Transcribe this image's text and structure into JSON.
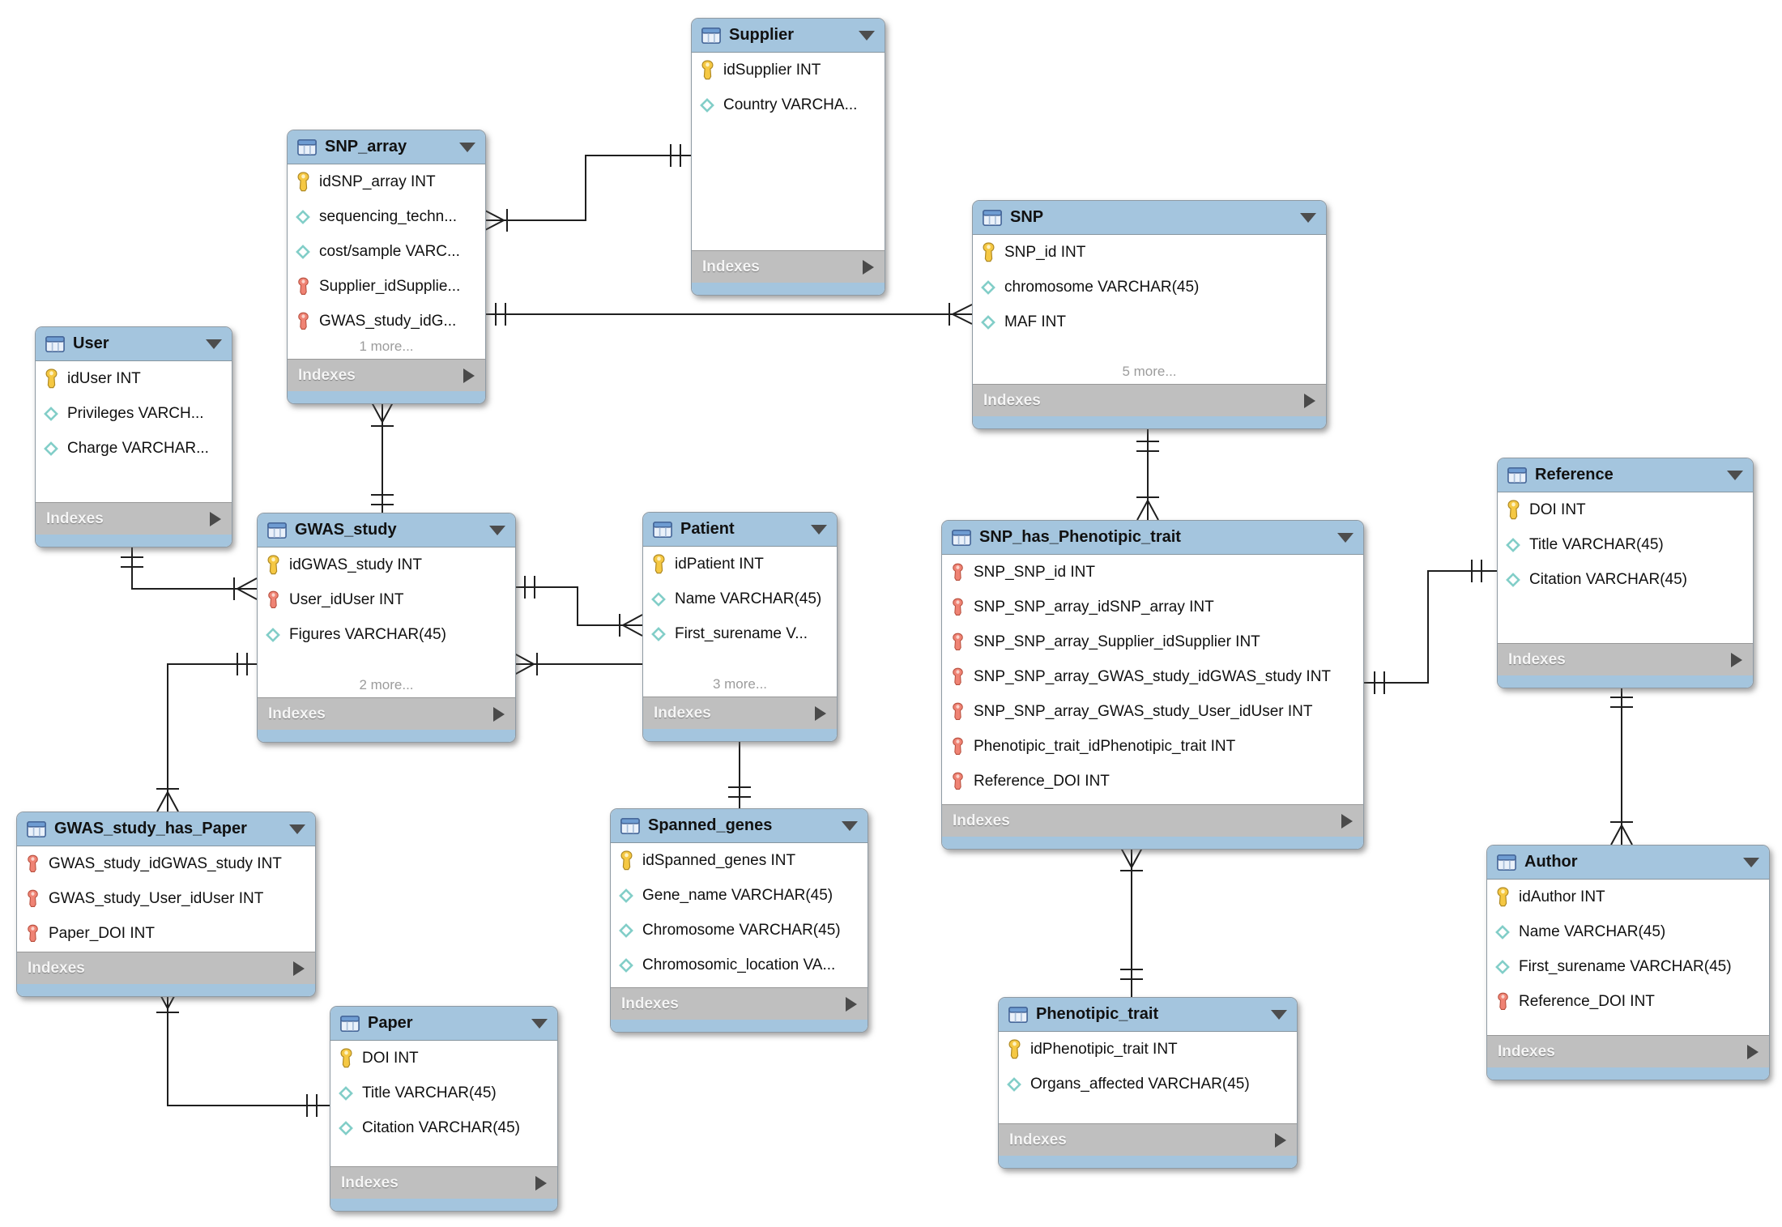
{
  "diagram": {
    "kind": "EER database diagram",
    "footer_label": "Indexes",
    "tables": [
      {
        "id": "Supplier",
        "title": "Supplier",
        "columns": [
          {
            "icon": "primary-key-icon",
            "label": "idSupplier INT"
          },
          {
            "icon": "attribute-icon",
            "label": "Country VARCHA..."
          }
        ],
        "more": null
      },
      {
        "id": "SNP_array",
        "title": "SNP_array",
        "columns": [
          {
            "icon": "primary-key-icon",
            "label": "idSNP_array INT"
          },
          {
            "icon": "attribute-icon",
            "label": "sequencing_techn..."
          },
          {
            "icon": "attribute-icon",
            "label": "cost/sample VARC..."
          },
          {
            "icon": "foreign-key-icon",
            "label": "Supplier_idSupplie..."
          },
          {
            "icon": "foreign-key-icon",
            "label": "GWAS_study_idG..."
          }
        ],
        "more": "1 more..."
      },
      {
        "id": "SNP",
        "title": "SNP",
        "columns": [
          {
            "icon": "primary-key-icon",
            "label": "SNP_id INT"
          },
          {
            "icon": "attribute-icon",
            "label": "chromosome VARCHAR(45)"
          },
          {
            "icon": "attribute-icon",
            "label": "MAF INT"
          }
        ],
        "more": "5 more..."
      },
      {
        "id": "User",
        "title": "User",
        "columns": [
          {
            "icon": "primary-key-icon",
            "label": "idUser INT"
          },
          {
            "icon": "attribute-icon",
            "label": "Privileges VARCH..."
          },
          {
            "icon": "attribute-icon",
            "label": "Charge VARCHAR..."
          }
        ],
        "more": null
      },
      {
        "id": "GWAS_study",
        "title": "GWAS_study",
        "columns": [
          {
            "icon": "primary-key-icon",
            "label": "idGWAS_study INT"
          },
          {
            "icon": "foreign-key-icon",
            "label": "User_idUser INT"
          },
          {
            "icon": "attribute-icon",
            "label": "Figures VARCHAR(45)"
          }
        ],
        "more": "2 more..."
      },
      {
        "id": "Patient",
        "title": "Patient",
        "columns": [
          {
            "icon": "primary-key-icon",
            "label": "idPatient INT"
          },
          {
            "icon": "attribute-icon",
            "label": "Name VARCHAR(45)"
          },
          {
            "icon": "attribute-icon",
            "label": "First_surename V..."
          }
        ],
        "more": "3 more..."
      },
      {
        "id": "SNP_has_Phenotipic_trait",
        "title": "SNP_has_Phenotipic_trait",
        "columns": [
          {
            "icon": "foreign-key-icon",
            "label": "SNP_SNP_id INT"
          },
          {
            "icon": "foreign-key-icon",
            "label": "SNP_SNP_array_idSNP_array INT"
          },
          {
            "icon": "foreign-key-icon",
            "label": "SNP_SNP_array_Supplier_idSupplier INT"
          },
          {
            "icon": "foreign-key-icon",
            "label": "SNP_SNP_array_GWAS_study_idGWAS_study INT"
          },
          {
            "icon": "foreign-key-icon",
            "label": "SNP_SNP_array_GWAS_study_User_idUser INT"
          },
          {
            "icon": "foreign-key-icon",
            "label": "Phenotipic_trait_idPhenotipic_trait INT"
          },
          {
            "icon": "foreign-key-icon",
            "label": "Reference_DOI INT"
          }
        ],
        "more": null
      },
      {
        "id": "Reference",
        "title": "Reference",
        "columns": [
          {
            "icon": "primary-key-icon",
            "label": "DOI INT"
          },
          {
            "icon": "attribute-icon",
            "label": "Title VARCHAR(45)"
          },
          {
            "icon": "attribute-icon",
            "label": "Citation VARCHAR(45)"
          }
        ],
        "more": null
      },
      {
        "id": "GWAS_study_has_Paper",
        "title": "GWAS_study_has_Paper",
        "columns": [
          {
            "icon": "foreign-key-icon",
            "label": "GWAS_study_idGWAS_study INT"
          },
          {
            "icon": "foreign-key-icon",
            "label": "GWAS_study_User_idUser INT"
          },
          {
            "icon": "foreign-key-icon",
            "label": "Paper_DOI INT"
          }
        ],
        "more": null
      },
      {
        "id": "Spanned_genes",
        "title": "Spanned_genes",
        "columns": [
          {
            "icon": "primary-key-icon",
            "label": "idSpanned_genes INT"
          },
          {
            "icon": "attribute-icon",
            "label": "Gene_name VARCHAR(45)"
          },
          {
            "icon": "attribute-icon",
            "label": "Chromosome VARCHAR(45)"
          },
          {
            "icon": "attribute-icon",
            "label": "Chromosomic_location VA..."
          }
        ],
        "more": null
      },
      {
        "id": "Paper",
        "title": "Paper",
        "columns": [
          {
            "icon": "primary-key-icon",
            "label": "DOI INT"
          },
          {
            "icon": "attribute-icon",
            "label": "Title VARCHAR(45)"
          },
          {
            "icon": "attribute-icon",
            "label": "Citation VARCHAR(45)"
          }
        ],
        "more": null
      },
      {
        "id": "Phenotipic_trait",
        "title": "Phenotipic_trait",
        "columns": [
          {
            "icon": "primary-key-icon",
            "label": "idPhenotipic_trait INT"
          },
          {
            "icon": "attribute-icon",
            "label": "Organs_affected VARCHAR(45)"
          }
        ],
        "more": null
      },
      {
        "id": "Author",
        "title": "Author",
        "columns": [
          {
            "icon": "primary-key-icon",
            "label": "idAuthor INT"
          },
          {
            "icon": "attribute-icon",
            "label": "Name VARCHAR(45)"
          },
          {
            "icon": "attribute-icon",
            "label": "First_surename VARCHAR(45)"
          },
          {
            "icon": "foreign-key-icon",
            "label": "Reference_DOI INT"
          }
        ],
        "more": null
      }
    ],
    "relationships": [
      {
        "from": "SNP_array",
        "from_marker": "crow-foot-bar",
        "to": "Supplier",
        "to_marker": "double-bar"
      },
      {
        "from": "SNP_array",
        "from_marker": "double-bar",
        "to": "SNP",
        "to_marker": "crow-foot-bar"
      },
      {
        "from": "SNP_array",
        "from_marker": "crow-foot-bar",
        "to": "GWAS_study",
        "to_marker": "double-bar"
      },
      {
        "from": "User",
        "from_marker": "double-bar",
        "to": "GWAS_study",
        "to_marker": "crow-foot-bar"
      },
      {
        "from": "GWAS_study",
        "from_marker": "double-bar",
        "to": "Patient",
        "to_marker": "crow-foot-bar"
      },
      {
        "from": "GWAS_study",
        "from_marker": "crow-foot-bar",
        "to": "Patient",
        "to_marker": "plain"
      },
      {
        "from": "GWAS_study",
        "from_marker": "double-bar",
        "to": "GWAS_study_has_Paper",
        "to_marker": "crow-foot-bar"
      },
      {
        "from": "GWAS_study_has_Paper",
        "from_marker": "crow-foot-bar",
        "to": "Paper",
        "to_marker": "double-bar"
      },
      {
        "from": "SNP",
        "from_marker": "double-bar",
        "to": "SNP_has_Phenotipic_trait",
        "to_marker": "crow-foot-bar"
      },
      {
        "from": "SNP_has_Phenotipic_trait",
        "from_marker": "double-bar",
        "to": "Reference",
        "to_marker": "double-bar"
      },
      {
        "from": "Reference",
        "from_marker": "double-bar",
        "to": "Author",
        "to_marker": "crow-foot-bar"
      },
      {
        "from": "SNP_has_Phenotipic_trait",
        "from_marker": "crow-foot-bar",
        "to": "Phenotipic_trait",
        "to_marker": "double-bar"
      },
      {
        "from": "Patient",
        "from_marker": "plain",
        "to": "Spanned_genes",
        "to_marker": "double-bar"
      }
    ],
    "colors": {
      "header_blue": "#A4C5DE",
      "indexes_gray": "#BFBFBF",
      "body_white": "#FFFFFF",
      "primary_key_yellow": "#F5C843",
      "foreign_key_red": "#EF8374",
      "attribute_teal": "#82CEC8",
      "connector_black": "#1F1F1F"
    }
  }
}
